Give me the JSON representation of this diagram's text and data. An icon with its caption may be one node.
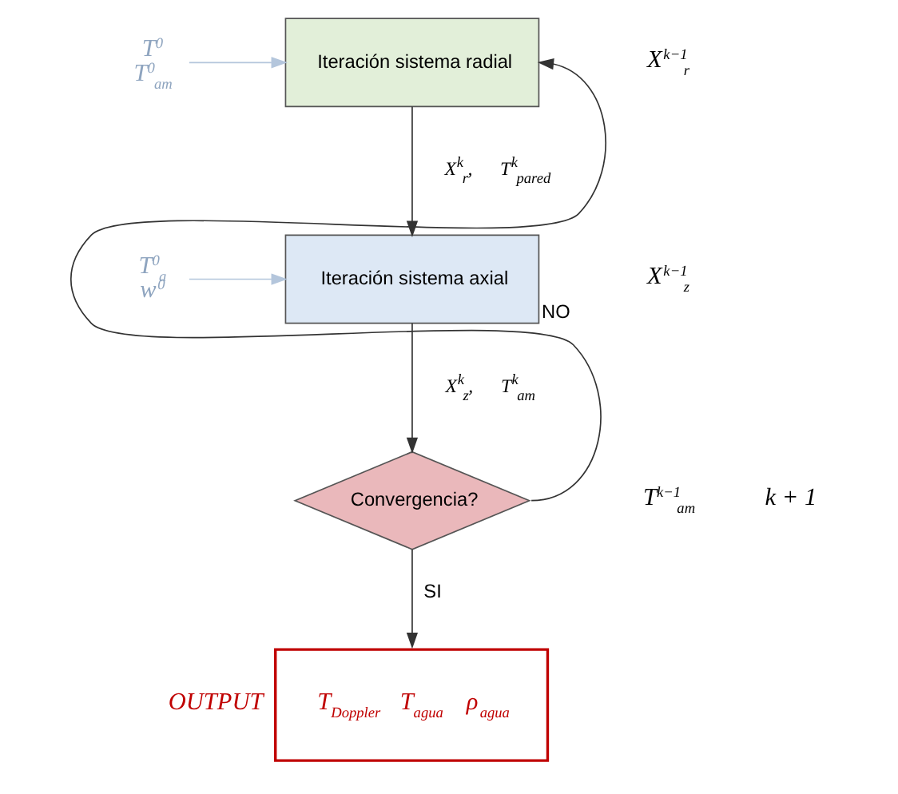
{
  "diagram": {
    "nodes": [
      {
        "text": [
          "T$^{0}$",
          "T$^{0}$$_{am}$"
        ]
      },
      {
        "text": [
          "Iteración sistema radial"
        ]
      },
      {
        "text": [
          "T$^{0}$$_{a}$",
          "w$^{0}$"
        ]
      },
      {
        "text": [
          "Iteración sistema axial"
        ]
      },
      {
        "text": [
          "Convergencia?"
        ]
      },
      {
        "text": [
          "T$_{Doppler}$ T$_{agua}$ ρ$_{agua}$"
        ],
        "beside": [
          "OUTPUT"
        ]
      }
    ],
    "edges": [
      {
        "from": 0,
        "to": 1,
        "arrow": "to",
        "color": "#b4c6dc"
      },
      {
        "from": 1,
        "to": 3,
        "arrow": "to",
        "label": "X$^{k}$$_{r}$, T$^{k}$$_{pared}$"
      },
      {
        "from": 2,
        "to": 3,
        "arrow": "to",
        "color": "#b4c6dc"
      },
      {
        "from": 3,
        "to": 4,
        "arrow": "to",
        "label": "X$^{k}$$_{z}$, T$^{k}$$_{am}$"
      },
      {
        "from": 4,
        "to": 1,
        "arrow": "to",
        "label": "NO"
      },
      {
        "from": 4,
        "to": 5,
        "arrow": "to",
        "label": "SI"
      }
    ],
    "labels": [
      "X$^{k−1}$$_{r}$",
      "X$^{k−1}$$_{z}$",
      "T$^{k−1}$$_{am}$",
      "k + 1"
    ]
  }
}
